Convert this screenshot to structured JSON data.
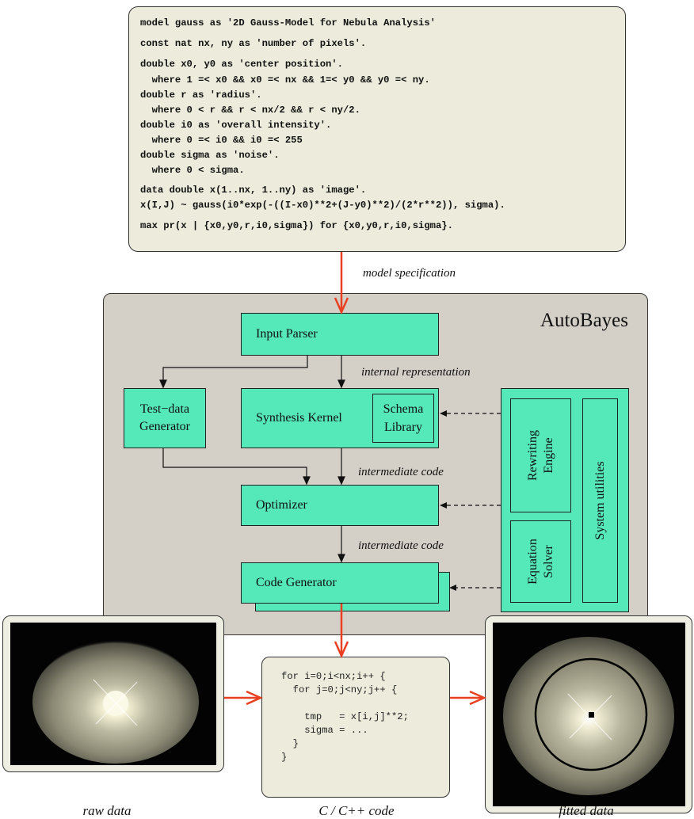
{
  "model_spec": {
    "lines": [
      "model gauss as '2D Gauss-Model for Nebula Analysis'",
      "const nat nx, ny as 'number of pixels'.",
      "double x0, y0 as 'center position'.",
      "  where 1 =< x0 && x0 =< nx && 1=< y0 && y0 =< ny.",
      "double r as 'radius'.",
      "  where 0 < r && r < nx/2 && r < ny/2.",
      "double i0 as 'overall intensity'.",
      "  where 0 =< i0 && i0 =< 255",
      "double sigma as 'noise'.",
      "  where 0 < sigma.",
      "data double x(1..nx, 1..ny) as 'image'.",
      "x(I,J) ~ gauss(i0*exp(-((I-x0)**2+(J-y0)**2)/(2*r**2)), sigma).",
      "max pr(x | {x0,y0,r,i0,sigma}) for {x0,y0,r,i0,sigma}."
    ]
  },
  "edge_labels": {
    "model_specification": "model specification",
    "internal_representation": "internal representation",
    "intermediate_code_1": "intermediate code",
    "intermediate_code_2": "intermediate code"
  },
  "autobayes": {
    "title": "AutoBayes",
    "input_parser": "Input Parser",
    "test_data_generator_line1": "Test−data",
    "test_data_generator_line2": "Generator",
    "synthesis_kernel": "Synthesis Kernel",
    "schema_library_line1": "Schema",
    "schema_library_line2": "Library",
    "optimizer": "Optimizer",
    "code_generator": "Code Generator",
    "rewriting_engine_line1": "Rewriting",
    "rewriting_engine_line2": "Engine",
    "equation_solver_line1": "Equation",
    "equation_solver_line2": "Solver",
    "system_utilities": "System utilities"
  },
  "c_code": {
    "lines": [
      "for i=0;i<nx;i++ {",
      "  for j=0;j<ny;j++ {",
      "",
      "    tmp   = x[i,j]**2;",
      "    sigma = ...",
      "  }",
      "}"
    ]
  },
  "captions": {
    "raw_data": "raw data",
    "c_code": "C / C++ code",
    "fitted_data": "fitted data"
  },
  "colors": {
    "component_fill": "#55e8b8",
    "autobayes_bg": "#d4d0c8",
    "spec_bg": "#ecebdc",
    "flow_arrow": "#e84020"
  }
}
